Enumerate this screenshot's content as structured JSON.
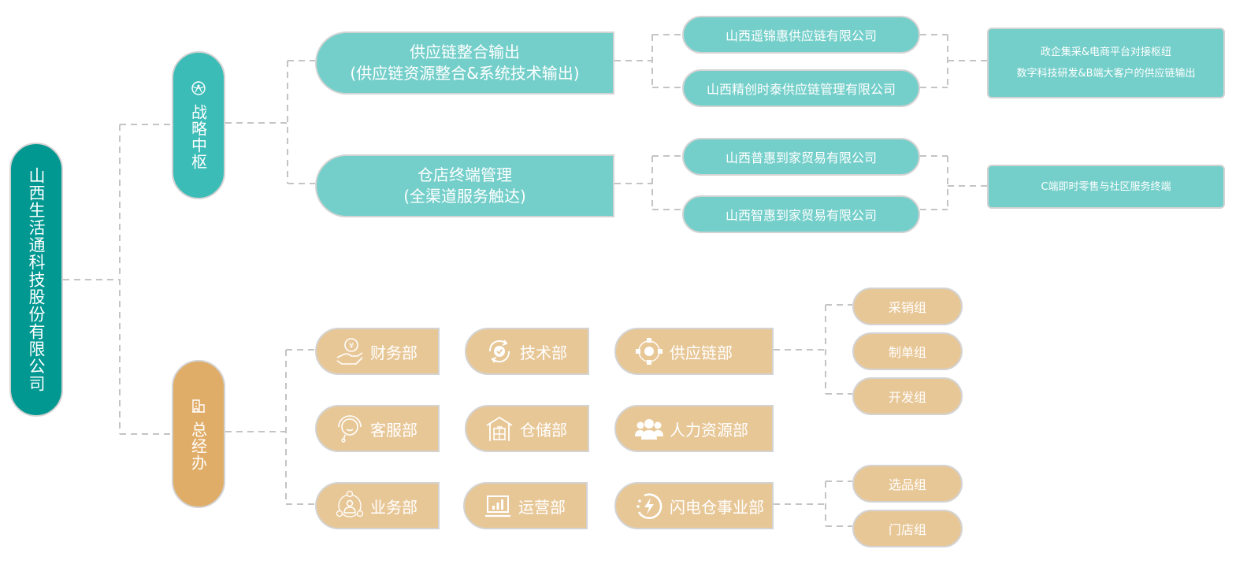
{
  "colors": {
    "root": "#009891",
    "strategy": "#3bbcb7",
    "teal_node": "#74cfca",
    "general_office": "#e0ad68",
    "dept_node": "#e8c797",
    "connector": "#c4c4c4"
  },
  "root": {
    "label": "山西生活通科技股份有限公司"
  },
  "branches": {
    "strategy": {
      "label": "战略中枢",
      "icon": "network-globe-icon",
      "businesses": [
        {
          "title": "供应链整合输出",
          "subtitle": "(供应链资源整合&系统技术输出)",
          "companies": [
            "山西遥锦惠供应链有限公司",
            "山西精创时泰供应链管理有限公司"
          ],
          "description": [
            "政企集采&电商平台对接枢纽",
            "数字科技研发&B端大客户的供应链输出"
          ]
        },
        {
          "title": "仓店终端管理",
          "subtitle": "(全渠道服务触达)",
          "companies": [
            "山西普惠到家贸易有限公司",
            "山西智惠到家贸易有限公司"
          ],
          "description": [
            "C端即时零售与社区服务终端"
          ]
        }
      ]
    },
    "general_office": {
      "label": "总经办",
      "icon": "building-icon",
      "departments": [
        {
          "label": "财务部",
          "icon": "money-hand-icon"
        },
        {
          "label": "技术部",
          "icon": "gear-refresh-icon"
        },
        {
          "label": "供应链部",
          "icon": "globe-network-icon",
          "groups": [
            "采销组",
            "制单组",
            "开发组"
          ]
        },
        {
          "label": "客服部",
          "icon": "headset-icon"
        },
        {
          "label": "仓储部",
          "icon": "warehouse-icon"
        },
        {
          "label": "人力资源部",
          "icon": "people-icon"
        },
        {
          "label": "业务部",
          "icon": "business-network-icon"
        },
        {
          "label": "运营部",
          "icon": "chart-monitor-icon"
        },
        {
          "label": "闪电仓事业部",
          "icon": "lightning-icon",
          "groups": [
            "选品组",
            "门店组"
          ]
        }
      ]
    }
  }
}
